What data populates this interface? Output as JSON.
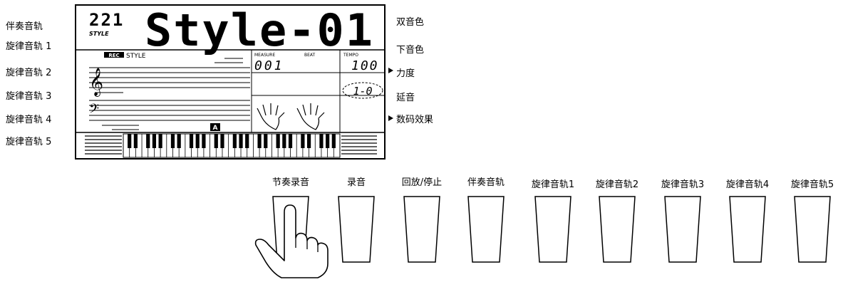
{
  "left_labels": [
    "伴奏音轨",
    "旋律音轨 1",
    "旋律音轨 2",
    "旋律音轨 3",
    "旋律音轨 4",
    "旋律音轨 5"
  ],
  "right_labels": [
    "双音色",
    "下音色",
    "力度",
    "延音",
    "数码效果"
  ],
  "lcd": {
    "number": "221",
    "style_small": "STYLE",
    "main_text": "Style-01",
    "rec_badge": "REC",
    "staff_style": "STYLE",
    "measure_label": "MEASURE",
    "measure_value": "001",
    "beat_label": "BEAT",
    "tempo_label": "TEMPO",
    "tempo_value": "100",
    "fingering": "1-0",
    "mode_badge": "A"
  },
  "buttons": [
    {
      "label": "节奏录音"
    },
    {
      "label": "录音"
    },
    {
      "label": "回放/停止"
    },
    {
      "label": "伴奏音轨"
    },
    {
      "label": "旋律音轨1"
    },
    {
      "label": "旋律音轨2"
    },
    {
      "label": "旋律音轨3"
    },
    {
      "label": "旋律音轨4"
    },
    {
      "label": "旋律音轨5"
    }
  ]
}
